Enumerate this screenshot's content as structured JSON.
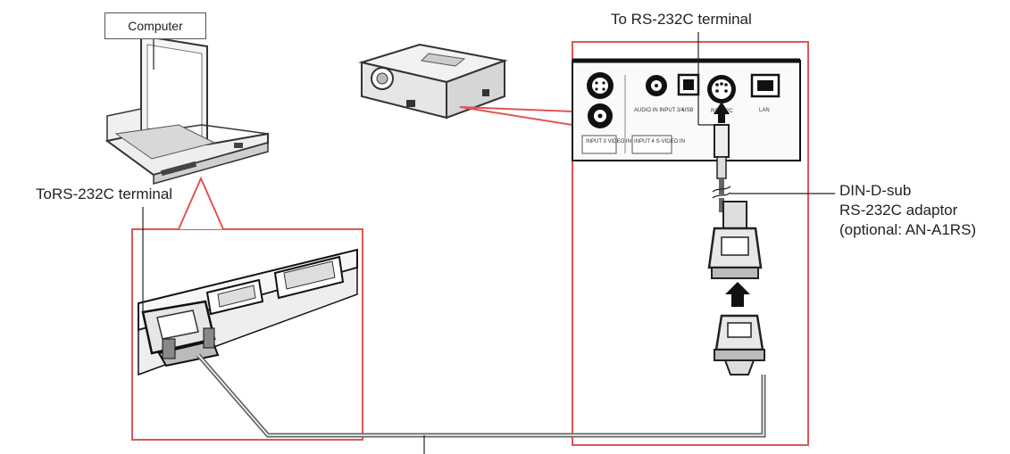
{
  "labels": {
    "computer": "Computer",
    "to_rs232c_left": "ToRS-232C terminal",
    "to_rs232c_right": "To RS-232C terminal",
    "adaptor_line1": "DIN-D-sub",
    "adaptor_line2": "RS-232C adaptor",
    "adaptor_line3": "(optional: AN-A1RS)"
  },
  "panel_ports": {
    "input3": "INPUT 3 VIDEO IN",
    "audio": "AUDIO IN INPUT 3/4",
    "input4": "INPUT 4 S-VIDEO IN",
    "usb": "USB",
    "rs232c": "RS-232C",
    "lan": "LAN"
  },
  "colors": {
    "callout": "#e05555",
    "line": "#222222",
    "cable": "#666666"
  }
}
